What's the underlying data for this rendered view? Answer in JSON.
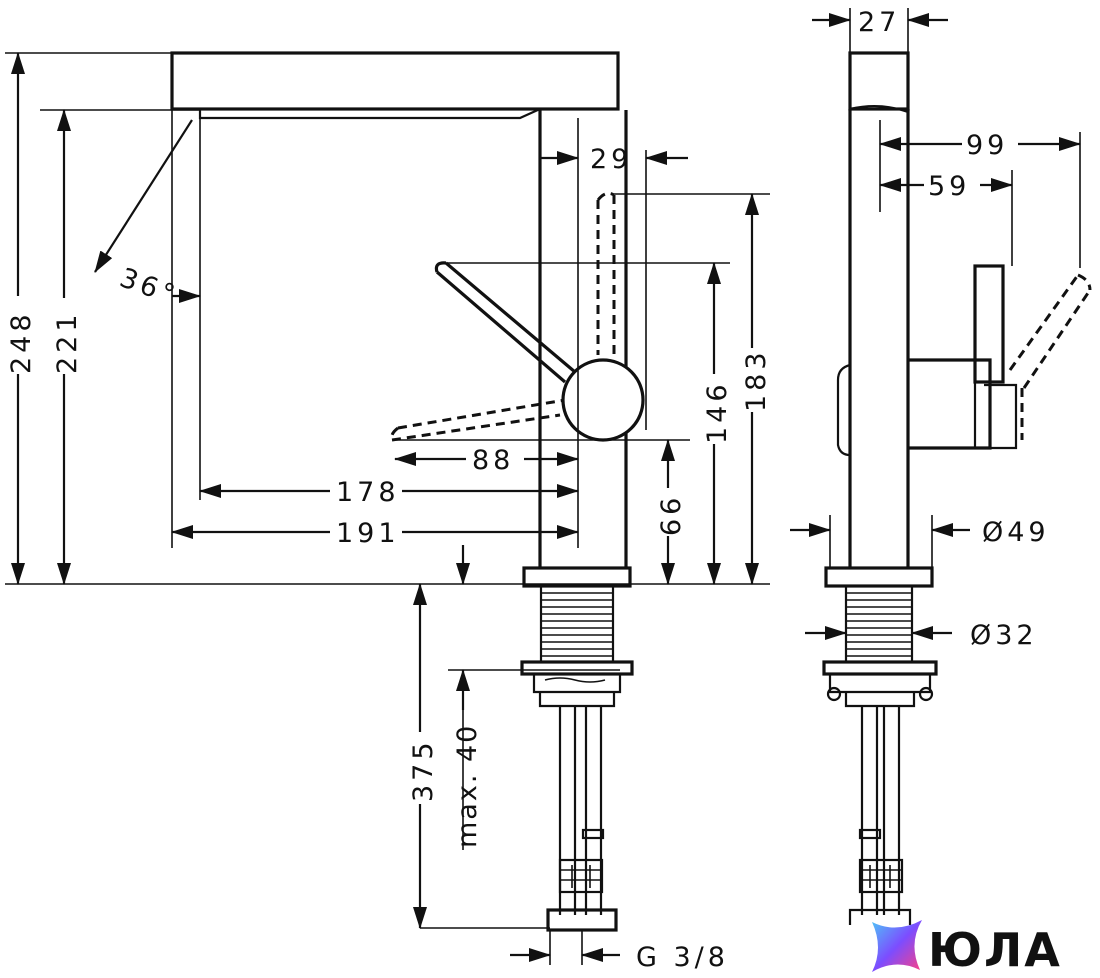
{
  "dimensions": {
    "d248": "248",
    "d221": "221",
    "d36": "36°",
    "d29": "29",
    "d183": "183",
    "d146": "146",
    "d88": "88",
    "d178": "178",
    "d191": "191",
    "d66": "66",
    "d375": "375",
    "dmax40": "max. 40",
    "dG38": "G 3/8",
    "d27": "27",
    "d99": "99",
    "d59": "59",
    "d49": "Ø49",
    "d32": "Ø32"
  },
  "logo": {
    "text": "ЮЛА",
    "colors": [
      "#4fc3f7",
      "#7c4dff",
      "#ff4081"
    ]
  }
}
